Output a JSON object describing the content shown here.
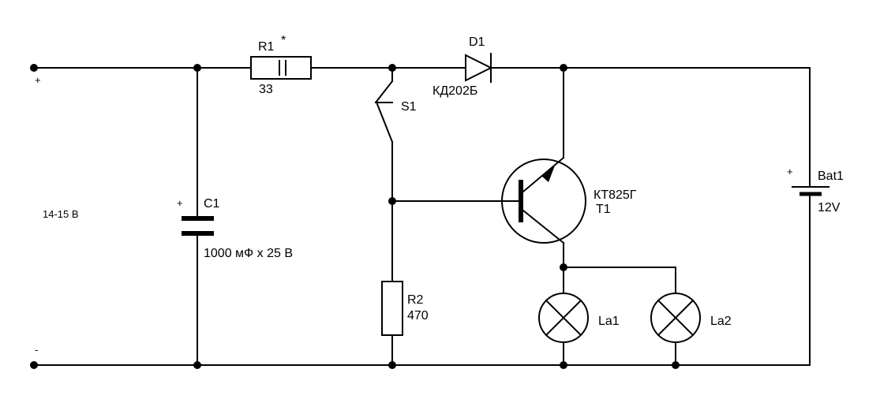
{
  "input": {
    "plus": "+",
    "minus": "-",
    "voltage": "14-15 В"
  },
  "r1": {
    "ref": "R1",
    "mark": "*",
    "value": "33"
  },
  "c1": {
    "plus": "+",
    "ref": "C1",
    "value": "1000 мФ х 25 В"
  },
  "s1": {
    "ref": "S1"
  },
  "d1": {
    "ref": "D1",
    "part": "КД202Б"
  },
  "r2": {
    "ref": "R2",
    "value": "470"
  },
  "t1": {
    "part": "КТ825Г",
    "ref": "T1"
  },
  "la1": {
    "ref": "La1"
  },
  "la2": {
    "ref": "La2"
  },
  "bat1": {
    "plus": "+",
    "ref": "Bat1",
    "value": "12V"
  }
}
